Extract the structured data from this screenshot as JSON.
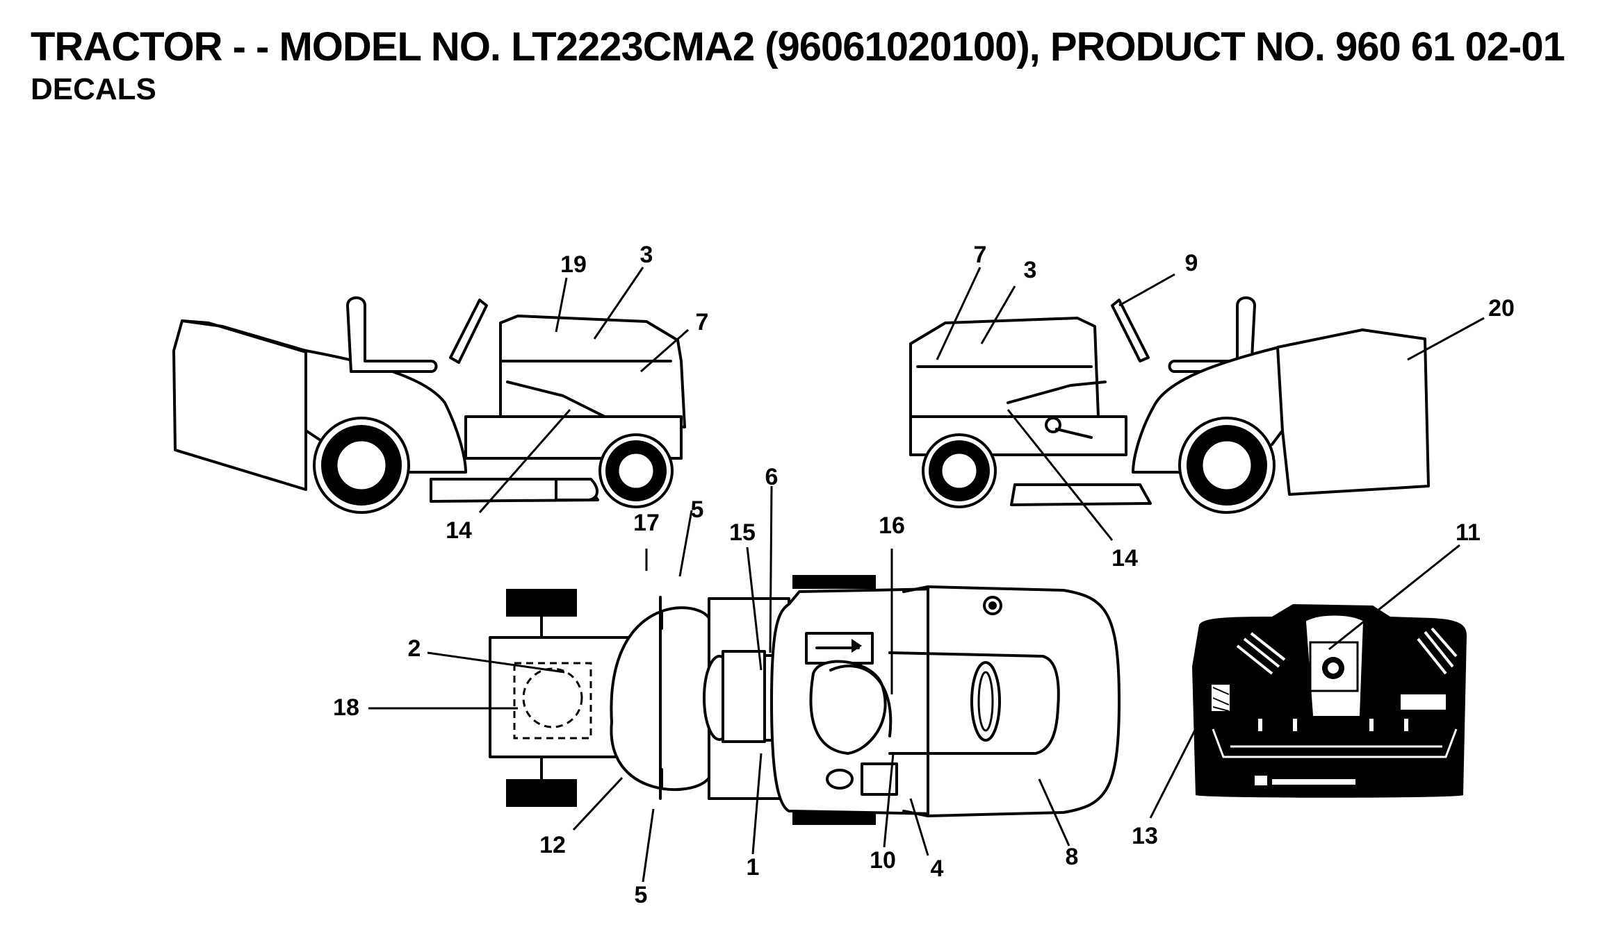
{
  "header": {
    "title": "TRACTOR - - MODEL NO. LT2223CMA2 (96061020100), PRODUCT NO. 960 61 02-01",
    "subtitle": "DECALS"
  },
  "callouts": [
    {
      "id": "c19",
      "text": "19"
    },
    {
      "id": "c3a",
      "text": "3"
    },
    {
      "id": "c7a",
      "text": "7"
    },
    {
      "id": "c14a",
      "text": "14"
    },
    {
      "id": "c7b",
      "text": "7"
    },
    {
      "id": "c3b",
      "text": "3"
    },
    {
      "id": "c9",
      "text": "9"
    },
    {
      "id": "c20",
      "text": "20"
    },
    {
      "id": "c14b",
      "text": "14"
    },
    {
      "id": "c6",
      "text": "6"
    },
    {
      "id": "c17",
      "text": "17"
    },
    {
      "id": "c5a",
      "text": "5"
    },
    {
      "id": "c15",
      "text": "15"
    },
    {
      "id": "c16",
      "text": "16"
    },
    {
      "id": "c2",
      "text": "2"
    },
    {
      "id": "c18",
      "text": "18"
    },
    {
      "id": "c12",
      "text": "12"
    },
    {
      "id": "c5b",
      "text": "5"
    },
    {
      "id": "c1",
      "text": "1"
    },
    {
      "id": "c10",
      "text": "10"
    },
    {
      "id": "c4",
      "text": "4"
    },
    {
      "id": "c8",
      "text": "8"
    },
    {
      "id": "c11",
      "text": "11"
    },
    {
      "id": "c13",
      "text": "13"
    }
  ]
}
